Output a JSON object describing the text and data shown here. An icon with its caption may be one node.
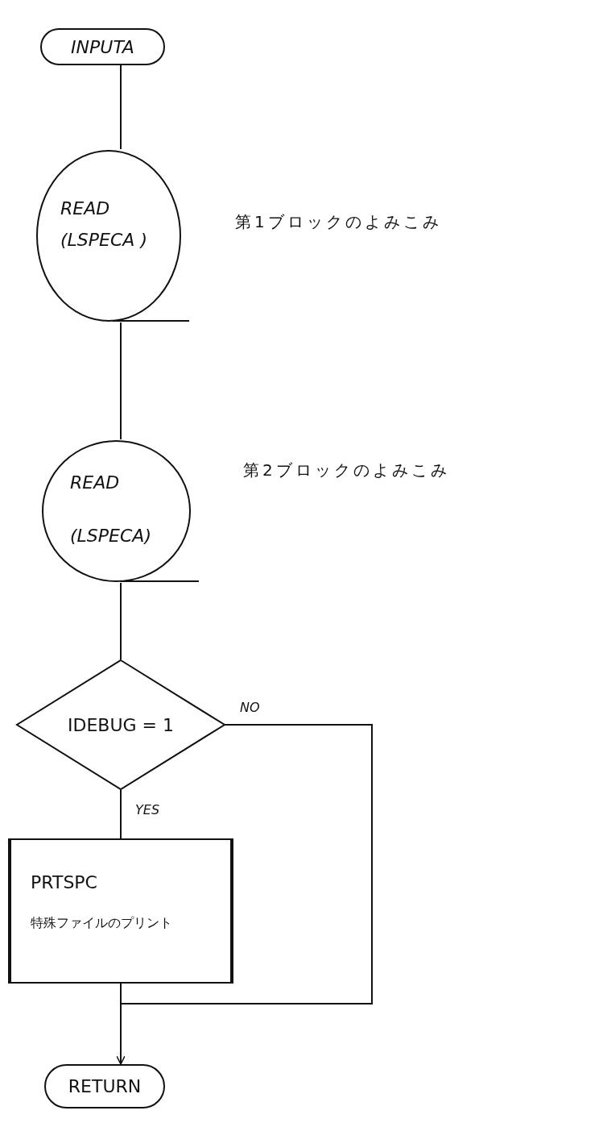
{
  "diagram": {
    "nodes": [
      {
        "text": [
          "INPUTA"
        ]
      },
      {
        "text": [
          "READ",
          "(LSPECA )"
        ],
        "beside": [
          "第1ブロックのよみこみ"
        ]
      },
      {
        "text": [
          "READ",
          "(LSPECA)"
        ],
        "beside": [
          "第2ブロックのよみこみ"
        ]
      },
      {
        "text": [
          "IDEBUG = 1"
        ]
      },
      {
        "text": [
          "PRTSPC",
          "特殊ファイルのプリント"
        ]
      },
      {
        "text": [
          "RETURN"
        ]
      }
    ],
    "edges": [
      {
        "from": 0,
        "to": 1,
        "arrow": "none"
      },
      {
        "from": 1,
        "to": 2,
        "arrow": "none"
      },
      {
        "from": 2,
        "to": 3,
        "arrow": "none"
      },
      {
        "from": 3,
        "to": 4,
        "arrow": "none",
        "label": "YES"
      },
      {
        "from": 3,
        "to": 5,
        "arrow": "to",
        "label": "NO"
      },
      {
        "from": 4,
        "to": 5,
        "arrow": "none"
      }
    ]
  }
}
